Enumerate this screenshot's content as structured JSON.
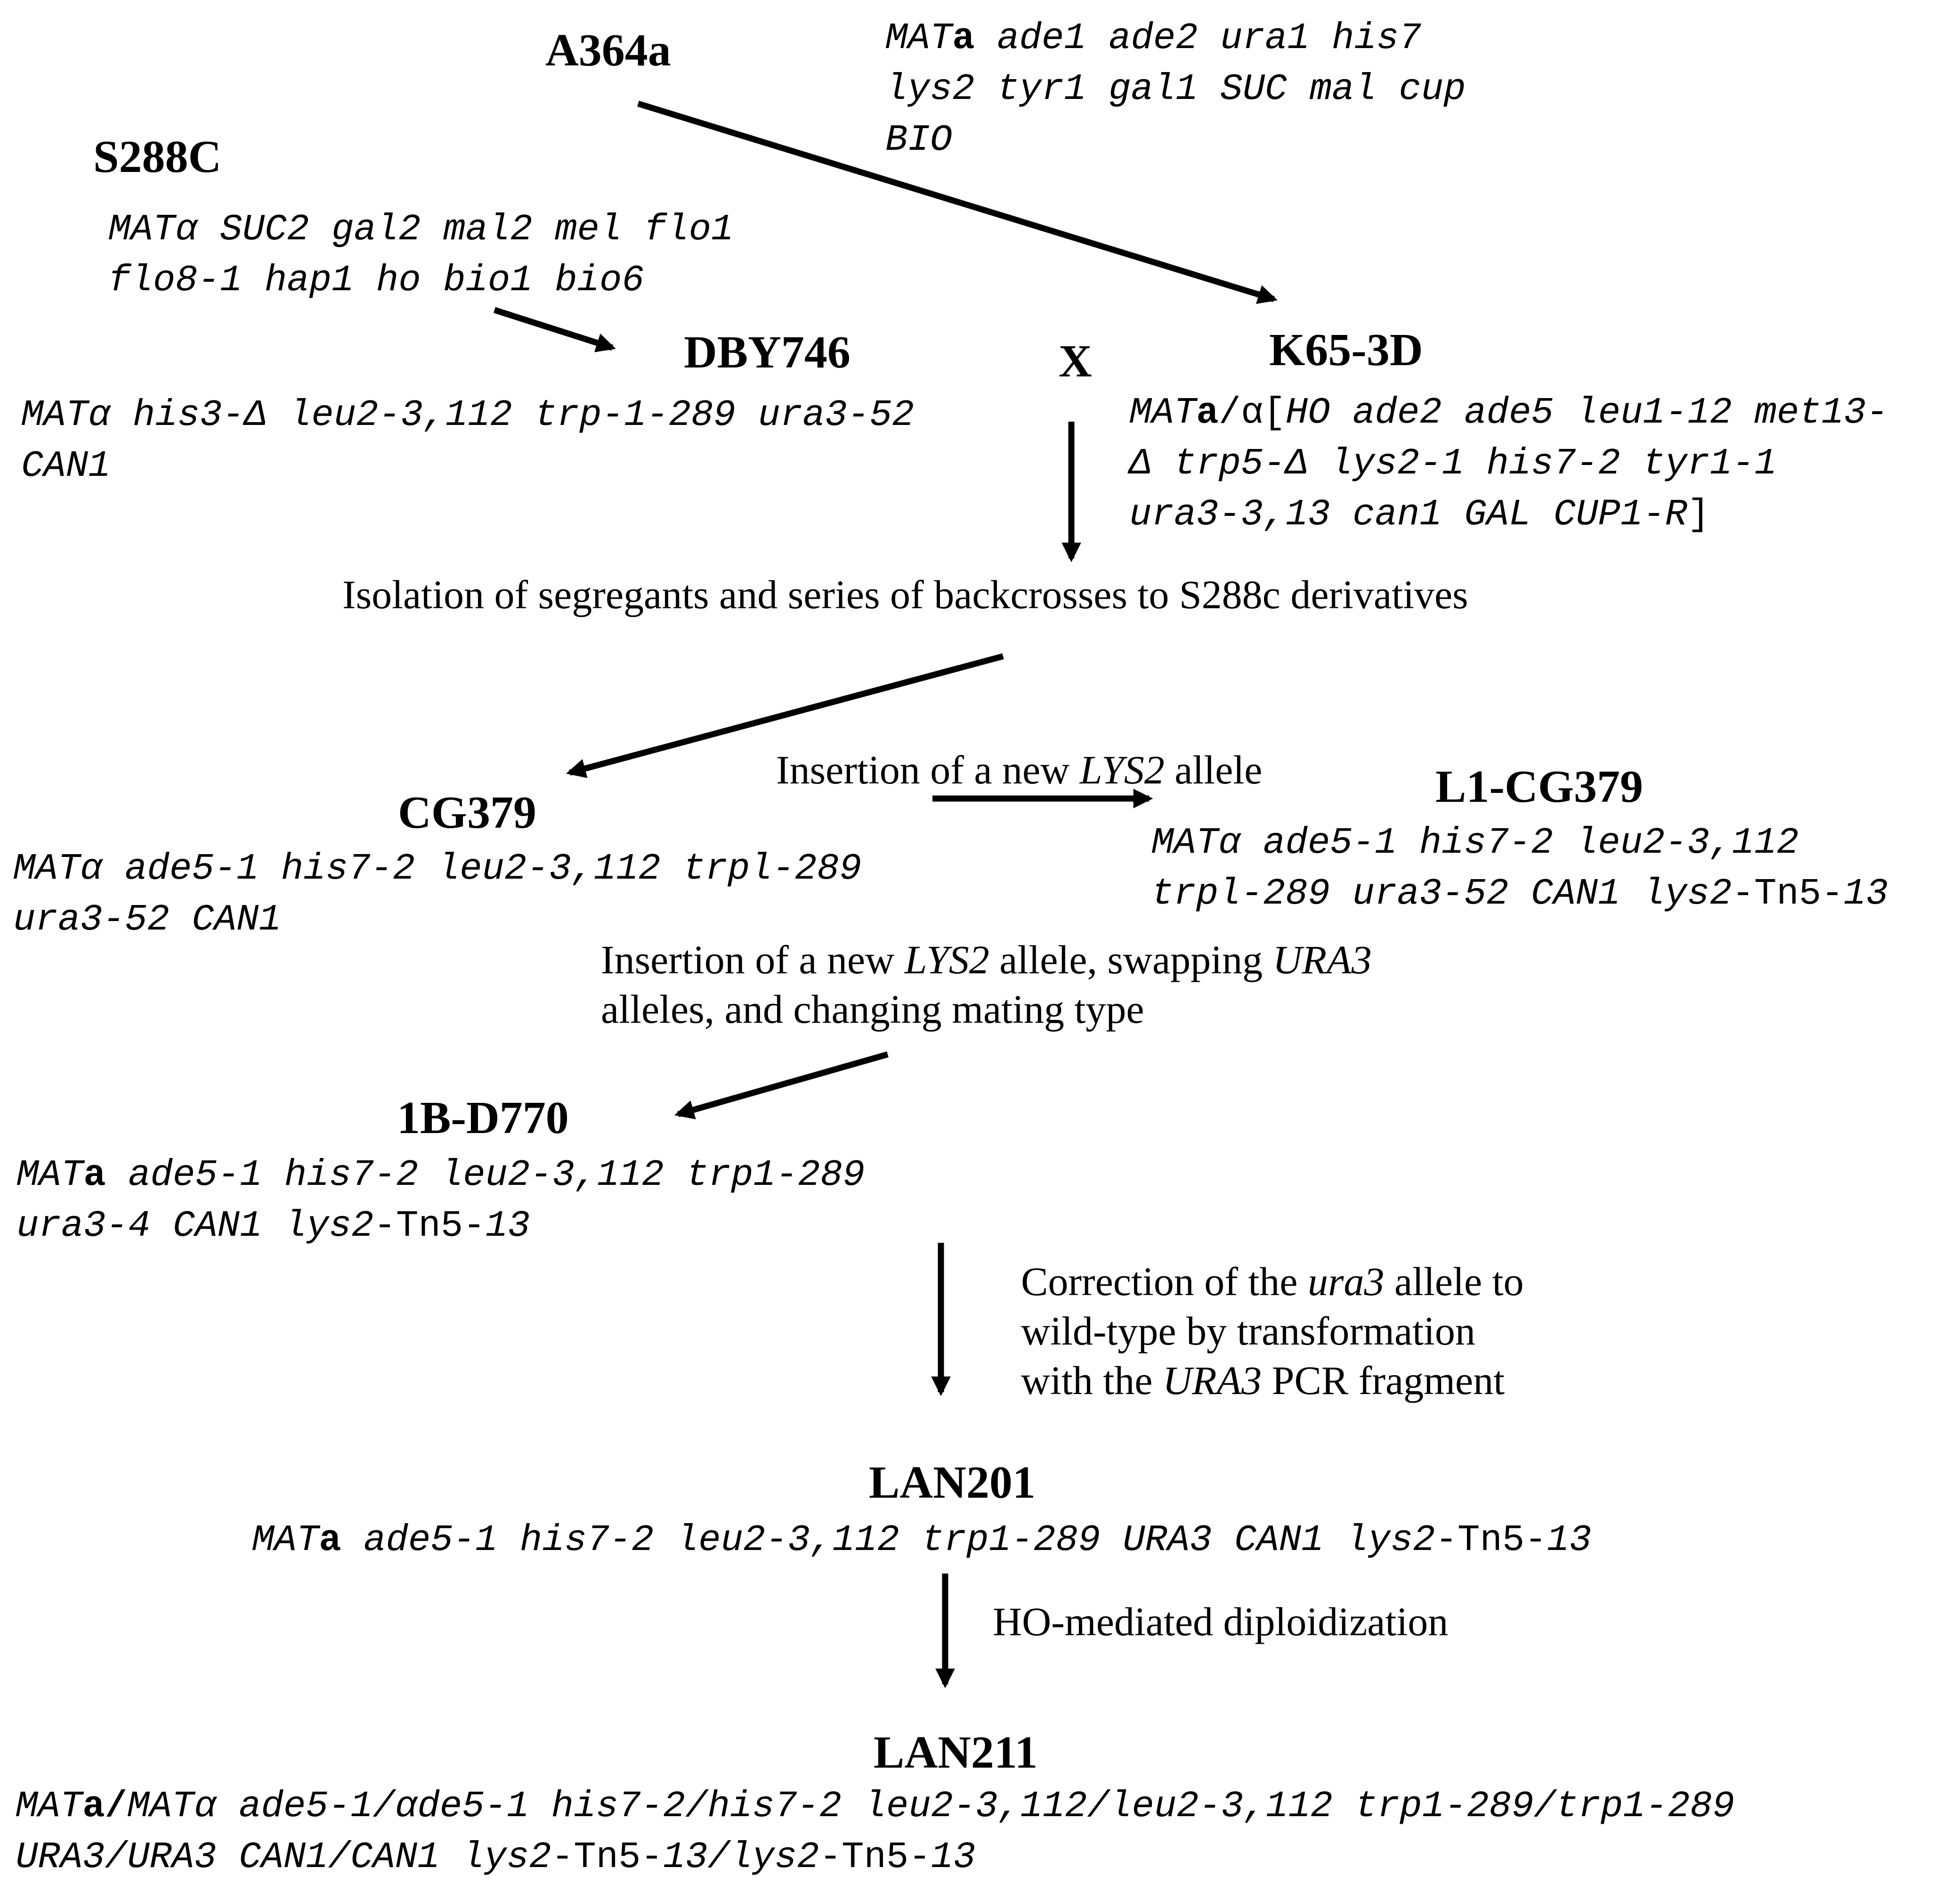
{
  "colors": {
    "text": "#000000",
    "arrows": "#000000",
    "background": "#ffffff"
  },
  "strains": {
    "a364a": {
      "name": "A364a",
      "genotype": [
        "MATa ade1 ade2 ura1 his7",
        "lys2 tyr1 gal1 SUC mal cup",
        "BIO"
      ]
    },
    "s288c": {
      "name": "S288C",
      "genotype": [
        "MATα SUC2 gal2 mal2 mel flo1",
        "flo8-1 hap1 ho bio1 bio6"
      ]
    },
    "dby746": {
      "name": "DBY746",
      "genotype": [
        "MATα his3-Δ leu2-3,112 trp-1-289 ura3-52",
        "CAN1"
      ]
    },
    "k65_3d": {
      "name": "K65-3D",
      "genotype": [
        "MATa/α[HO ade2 ade5 leu1-12 met13-",
        "Δ trp5-Δ lys2-1 his7-2 tyr1-1",
        "ura3-3,13 can1 GAL CUP1-R]"
      ]
    },
    "cg379": {
      "name": "CG379",
      "genotype": [
        "MATα ade5-1 his7-2 leu2-3,112 trpl-289",
        "ura3-52 CAN1"
      ]
    },
    "l1_cg379": {
      "name": "L1-CG379",
      "genotype": [
        "MATα ade5-1 his7-2 leu2-3,112",
        "trpl-289 ura3-52 CAN1 lys2-Tn5-13"
      ]
    },
    "b1_d770": {
      "name": "1B-D770",
      "genotype": [
        "MATa ade5-1 his7-2 leu2-3,112 trp1-289",
        "ura3-4 CAN1 lys2-Tn5-13"
      ]
    },
    "lan201": {
      "name": "LAN201",
      "genotype": [
        "MATa ade5-1 his7-2 leu2-3,112 trp1-289 URA3 CAN1 lys2-Tn5-13"
      ]
    },
    "lan211": {
      "name": "LAN211",
      "genotype": [
        "MATa/MATα ade5-1/αde5-1 his7-2/his7-2 leu2-3,112/leu2-3,112 trp1-289/trp1-289",
        "URA3/URA3 CAN1/CAN1 lys2-Tn5-13/lys2-Tn5-13"
      ]
    }
  },
  "cross_symbol": "X",
  "steps": {
    "backcross": "Isolation of segregants and series of backcrosses to S288c derivatives",
    "insert_lys2": "Insertion of a new LYS2 allele",
    "swap_ura3": [
      "Insertion of a new LYS2 allele, swapping URA3",
      "alleles, and changing mating type"
    ],
    "correction": [
      "Correction of the ura3 allele to",
      "wild-type by transformation",
      "with the URA3 PCR fragment"
    ],
    "diploidization": "HO-mediated diploidization"
  }
}
